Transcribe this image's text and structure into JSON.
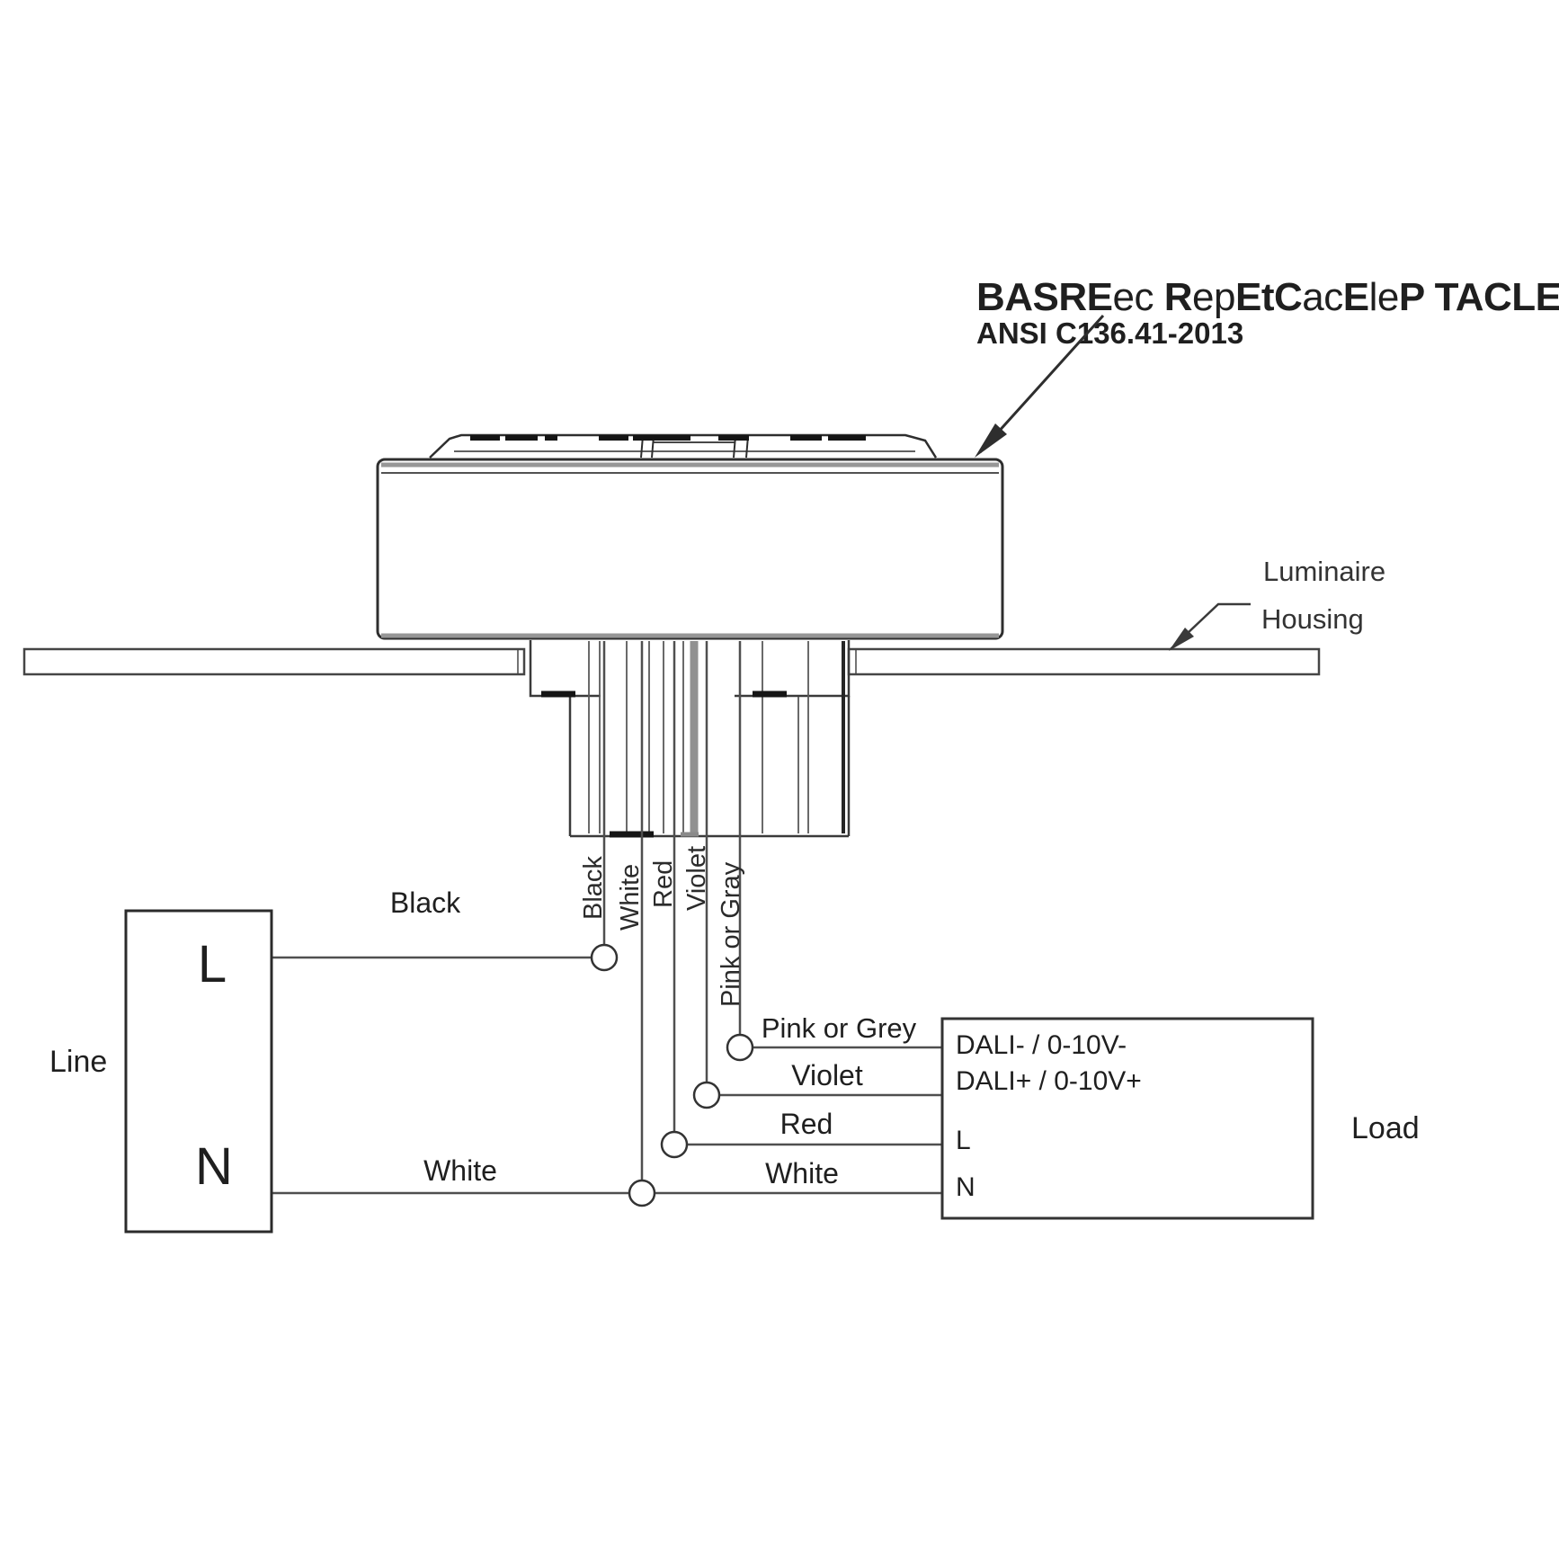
{
  "title": {
    "text": "BASREec RepEtCacEleP TACLE",
    "segments": [
      {
        "text": "BASRE",
        "bold": true
      },
      {
        "text": "ec ",
        "bold": false
      },
      {
        "text": "R",
        "bold": true
      },
      {
        "text": "ep",
        "bold": false
      },
      {
        "text": "EtC",
        "bold": true
      },
      {
        "text": "ac",
        "bold": false
      },
      {
        "text": "E",
        "bold": true
      },
      {
        "text": "le",
        "bold": false
      },
      {
        "text": "P TACLE",
        "bold": true
      }
    ],
    "standard": "ANSI C136.41-2013"
  },
  "callout": {
    "line1": "Luminaire",
    "line2": "Housing"
  },
  "receptacle": {
    "wire_labels": {
      "black": "Black",
      "white": "White",
      "red": "Red",
      "violet": "Violet",
      "pink_or_gray": "Pink or Gray"
    }
  },
  "line_box": {
    "label": "Line",
    "terminal_l": "L",
    "terminal_n": "N"
  },
  "wire_run_labels": {
    "black": "Black",
    "white_left": "White",
    "pink_or_grey": "Pink or Grey",
    "violet": "Violet",
    "red": "Red",
    "white_right": "White"
  },
  "load_box": {
    "label": "Load",
    "terminal_dali_minus": "DALI- / 0-10V-",
    "terminal_dali_plus": "DALI+ / 0-10V+",
    "terminal_l": "L",
    "terminal_n": "N"
  },
  "colors": {
    "outline": "#2e2e2e",
    "wire": "#4f4f4f",
    "gray_band": "#969696",
    "hatch": "#151515",
    "text": "#1f1f1f"
  }
}
